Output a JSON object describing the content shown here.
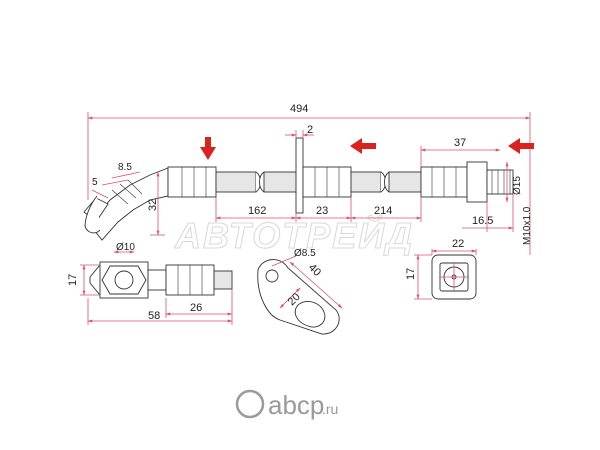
{
  "diagram": {
    "dimensions": {
      "overall_length": "494",
      "bracket_thickness": "2",
      "fitting_length": "37",
      "bend_gap": "8.5",
      "bend_offset": "5",
      "bend_height": "32",
      "hose_section_a": "162",
      "bracket_width": "23",
      "hose_section_b": "214",
      "thread_length": "16.5",
      "fitting_diameter": "Ø15",
      "thread_size": "M10x1.0",
      "eye_bore": "Ø10",
      "eye_height": "17",
      "end_length": "26",
      "eye_total": "58",
      "bracket_hole": "Ø8.5",
      "bracket_length": "40",
      "bracket_plate_width": "20",
      "nut_width": "22",
      "nut_height": "17"
    },
    "watermark": "АВТОТРЕЙД",
    "colors": {
      "dimension_line": "#d9536b",
      "arrow": "#d9231f",
      "outline": "#333333"
    }
  },
  "footer": {
    "logo_text": "abcp",
    "logo_suffix": ".ru",
    "logo_color": "#9a9a9a"
  }
}
